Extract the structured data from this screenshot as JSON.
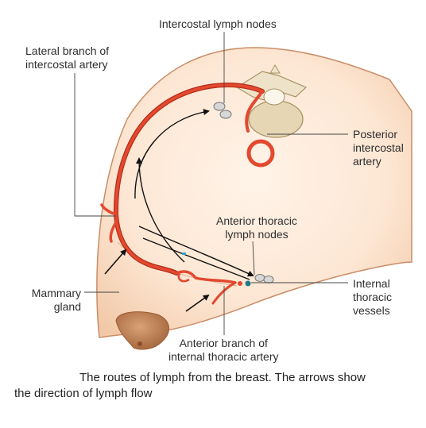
{
  "labels": {
    "intercostal_lymph_nodes": "Intercostal lymph nodes",
    "lateral_branch": "Lateral branch of\nintercostal artery",
    "posterior_intercostal_artery": "Posterior\nintercostal\nartery",
    "anterior_thoracic_lymph_nodes": "Anterior thoracic\nlymph nodes",
    "mammary_gland": "Mammary\ngland",
    "internal_thoracic_vessels": "Internal\nthoracic\nvessels",
    "anterior_branch": "Anterior branch of\ninternal thoracic artery"
  },
  "caption": {
    "line1": "The routes of lymph from the breast. The arrows show",
    "line2": "the direction of lymph flow"
  },
  "colors": {
    "skin": "#f6d6bb",
    "skin_edge": "#c98d68",
    "artery": "#e2492f",
    "artery_dark": "#b52b17",
    "bone": "#e9dcc0",
    "nipple": "#c98a5c",
    "vein": "#1f7a86"
  }
}
